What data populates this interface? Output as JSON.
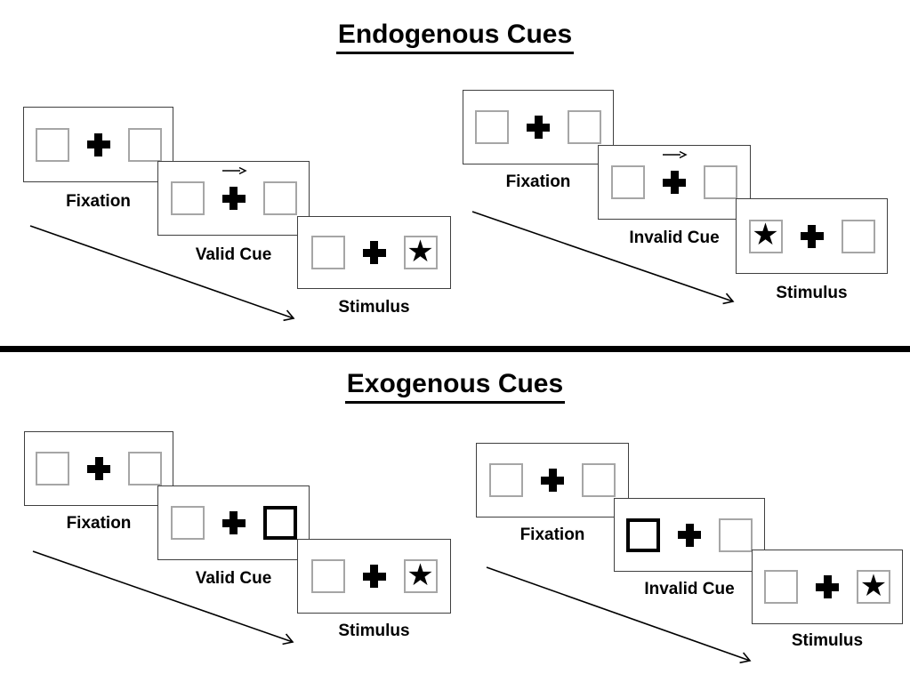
{
  "colors": {
    "ink": "#000000",
    "panel_border": "#3f3f3f",
    "box_border": "#a6a6a6",
    "background": "#ffffff"
  },
  "symbols": {
    "star": "★",
    "fixation_cross": "+",
    "cue_arrow_direction": "right"
  },
  "sections": [
    {
      "title": "Endogenous Cues",
      "sequences": [
        {
          "name": "valid-cue-trial",
          "panels": [
            {
              "label": "Fixation",
              "left_box": "empty",
              "center": "fixation-cross",
              "right_box": "empty",
              "cue_arrow": false
            },
            {
              "label": "Valid Cue",
              "left_box": "empty",
              "center": "fixation-cross",
              "right_box": "empty",
              "cue_arrow": true
            },
            {
              "label": "Stimulus",
              "left_box": "empty",
              "center": "fixation-cross",
              "right_box": "star",
              "cue_arrow": false
            }
          ]
        },
        {
          "name": "invalid-cue-trial",
          "panels": [
            {
              "label": "Fixation",
              "left_box": "empty",
              "center": "fixation-cross",
              "right_box": "empty",
              "cue_arrow": false
            },
            {
              "label": "Invalid Cue",
              "left_box": "empty",
              "center": "fixation-cross",
              "right_box": "empty",
              "cue_arrow": true
            },
            {
              "label": "Stimulus",
              "left_box": "star",
              "center": "fixation-cross",
              "right_box": "empty",
              "cue_arrow": false
            }
          ]
        }
      ]
    },
    {
      "title": "Exogenous Cues",
      "sequences": [
        {
          "name": "valid-cue-trial",
          "panels": [
            {
              "label": "Fixation",
              "left_box": "empty",
              "center": "fixation-cross",
              "right_box": "empty",
              "cue_arrow": false
            },
            {
              "label": "Valid Cue",
              "left_box": "empty",
              "center": "fixation-cross",
              "right_box": "highlighted",
              "cue_arrow": false
            },
            {
              "label": "Stimulus",
              "left_box": "empty",
              "center": "fixation-cross",
              "right_box": "star",
              "cue_arrow": false
            }
          ]
        },
        {
          "name": "invalid-cue-trial",
          "panels": [
            {
              "label": "Fixation",
              "left_box": "empty",
              "center": "fixation-cross",
              "right_box": "empty",
              "cue_arrow": false
            },
            {
              "label": "Invalid Cue",
              "left_box": "highlighted",
              "center": "fixation-cross",
              "right_box": "empty",
              "cue_arrow": false
            },
            {
              "label": "Stimulus",
              "left_box": "empty",
              "center": "fixation-cross",
              "right_box": "star",
              "cue_arrow": false
            }
          ]
        }
      ]
    }
  ]
}
